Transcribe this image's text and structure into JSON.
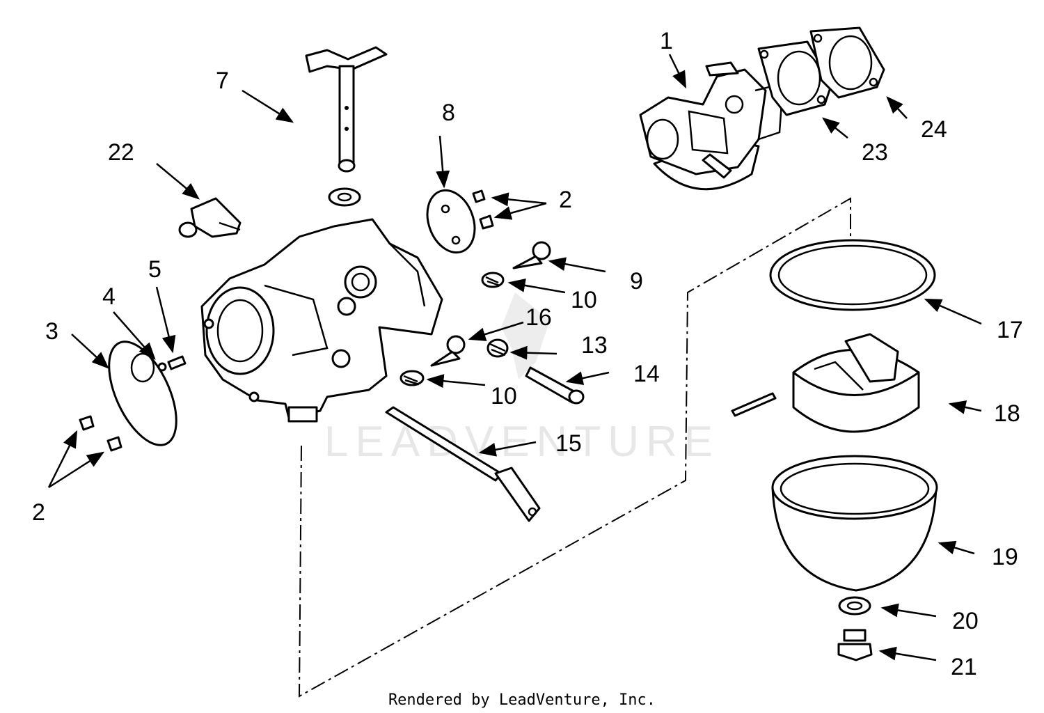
{
  "callouts": [
    "1",
    "2",
    "2",
    "2",
    "3",
    "4",
    "5",
    "7",
    "8",
    "9",
    "10",
    "10",
    "13",
    "14",
    "15",
    "16",
    "17",
    "18",
    "19",
    "20",
    "21",
    "22",
    "23",
    "24"
  ],
  "watermark": "LEADVENTURE",
  "footer": "Rendered by LeadVenture, Inc.",
  "colors": {
    "line": "#000000",
    "background": "#ffffff"
  }
}
